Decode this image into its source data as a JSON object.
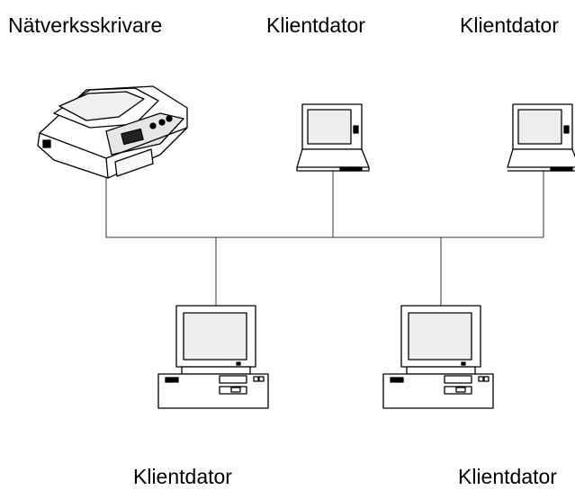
{
  "labels": {
    "printer": "Nätverksskrivare",
    "client_top_middle": "Klientdator",
    "client_top_right": "Klientdator",
    "client_bottom_left": "Klientdator",
    "client_bottom_right": "Klientdator"
  },
  "icons": {
    "printer": "network-printer-icon",
    "laptop": "laptop-icon",
    "desktop": "desktop-computer-icon"
  },
  "colors": {
    "line": "#000000",
    "network_line": "#333333",
    "screen": "#eeeeee",
    "body": "#ffffff"
  }
}
